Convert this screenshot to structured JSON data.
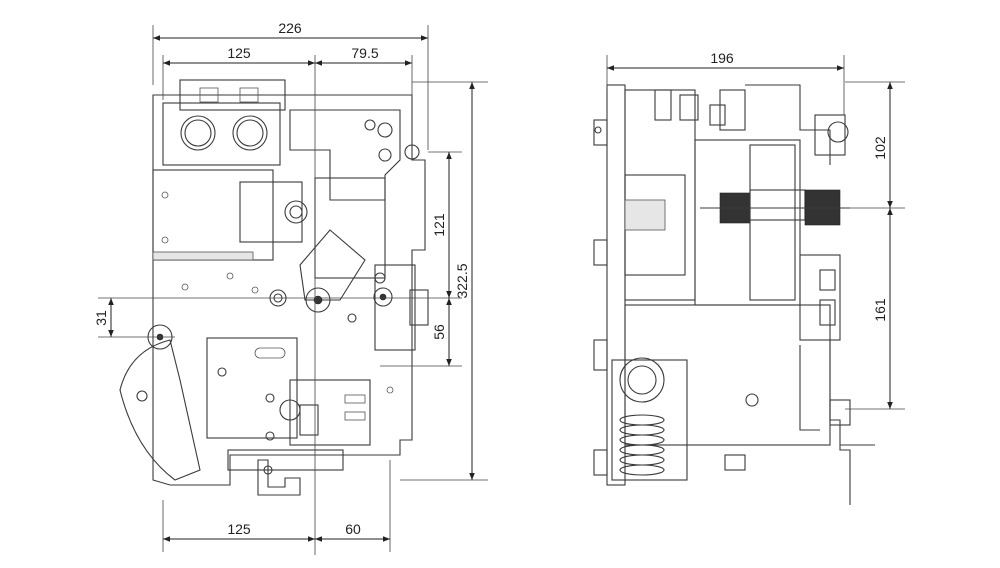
{
  "front_view": {
    "dimensions": {
      "total_width": "226",
      "left_top_width": "125",
      "right_top_width": "79.5",
      "height_upper": "121",
      "total_height": "322.5",
      "height_lower": "56",
      "left_offset": "31",
      "left_bottom_width": "125",
      "right_bottom_width": "60"
    }
  },
  "side_view": {
    "dimensions": {
      "total_width": "196",
      "height_upper": "102",
      "height_lower": "161"
    }
  },
  "colors": {
    "line": "#3a3a3a",
    "dimension": "#222222",
    "background": "#ffffff"
  }
}
